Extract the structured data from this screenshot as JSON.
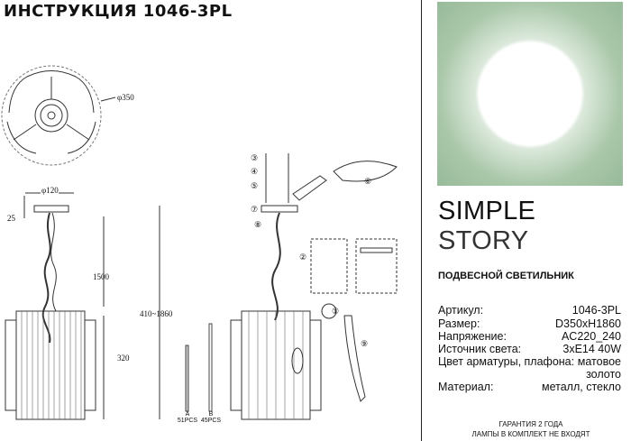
{
  "header": {
    "title": "ИНСТРУКЦИЯ 1046-3PL"
  },
  "dimensions": {
    "top_diameter": "φ350",
    "canopy_diameter": "φ120",
    "canopy_height": "25",
    "chain_length": "1500",
    "total_height": "410~1860",
    "shade_height": "320"
  },
  "parts": [
    {
      "label": "A",
      "count": "51PCS"
    },
    {
      "label": "B",
      "count": "45PCS"
    }
  ],
  "steps": [
    "③",
    "④",
    "⑤",
    "⑦",
    "⑧",
    "②",
    "①",
    "⑥",
    "⑨"
  ],
  "brand": {
    "word1": "SIMPLE",
    "word2": "STORY",
    "logo_color": "#a9c7a9"
  },
  "product": {
    "type": "ПОДВЕСНОЙ СВЕТИЛЬНИК",
    "specs": [
      {
        "label": "Артикул:",
        "value": "1046-3PL"
      },
      {
        "label": "Размер:",
        "value": "D350xH1860"
      },
      {
        "label": "Напряжение:",
        "value": "AC220_240"
      },
      {
        "label": "Источник света:",
        "value": "3xE14 40W"
      },
      {
        "label": "Цвет арматуры, плафона:",
        "value": "матовое"
      },
      {
        "label": "",
        "value": "золото"
      },
      {
        "label": "Материал:",
        "value": "металл, стекло"
      }
    ]
  },
  "footer": {
    "line1": "ГАРАНТИЯ 2 ГОДА",
    "line2": "ЛАМПЫ В КОМПЛЕКТ НЕ ВХОДЯТ"
  }
}
